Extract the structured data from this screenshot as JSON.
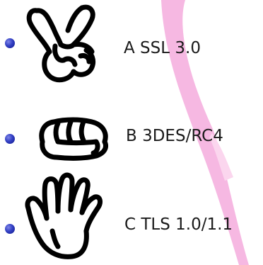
{
  "options": [
    {
      "label": "A SSL 3.0",
      "icon": "scissors-hand-icon"
    },
    {
      "label": "B 3DES/RC4",
      "icon": "rock-fist-icon"
    },
    {
      "label": "C TLS 1.0/1.1",
      "icon": "paper-hand-icon"
    }
  ],
  "colors": {
    "accent_swoosh": "#f6b8e2",
    "bullet": "#2f3bbf",
    "text": "#1a1a1a",
    "ink": "#000000"
  }
}
